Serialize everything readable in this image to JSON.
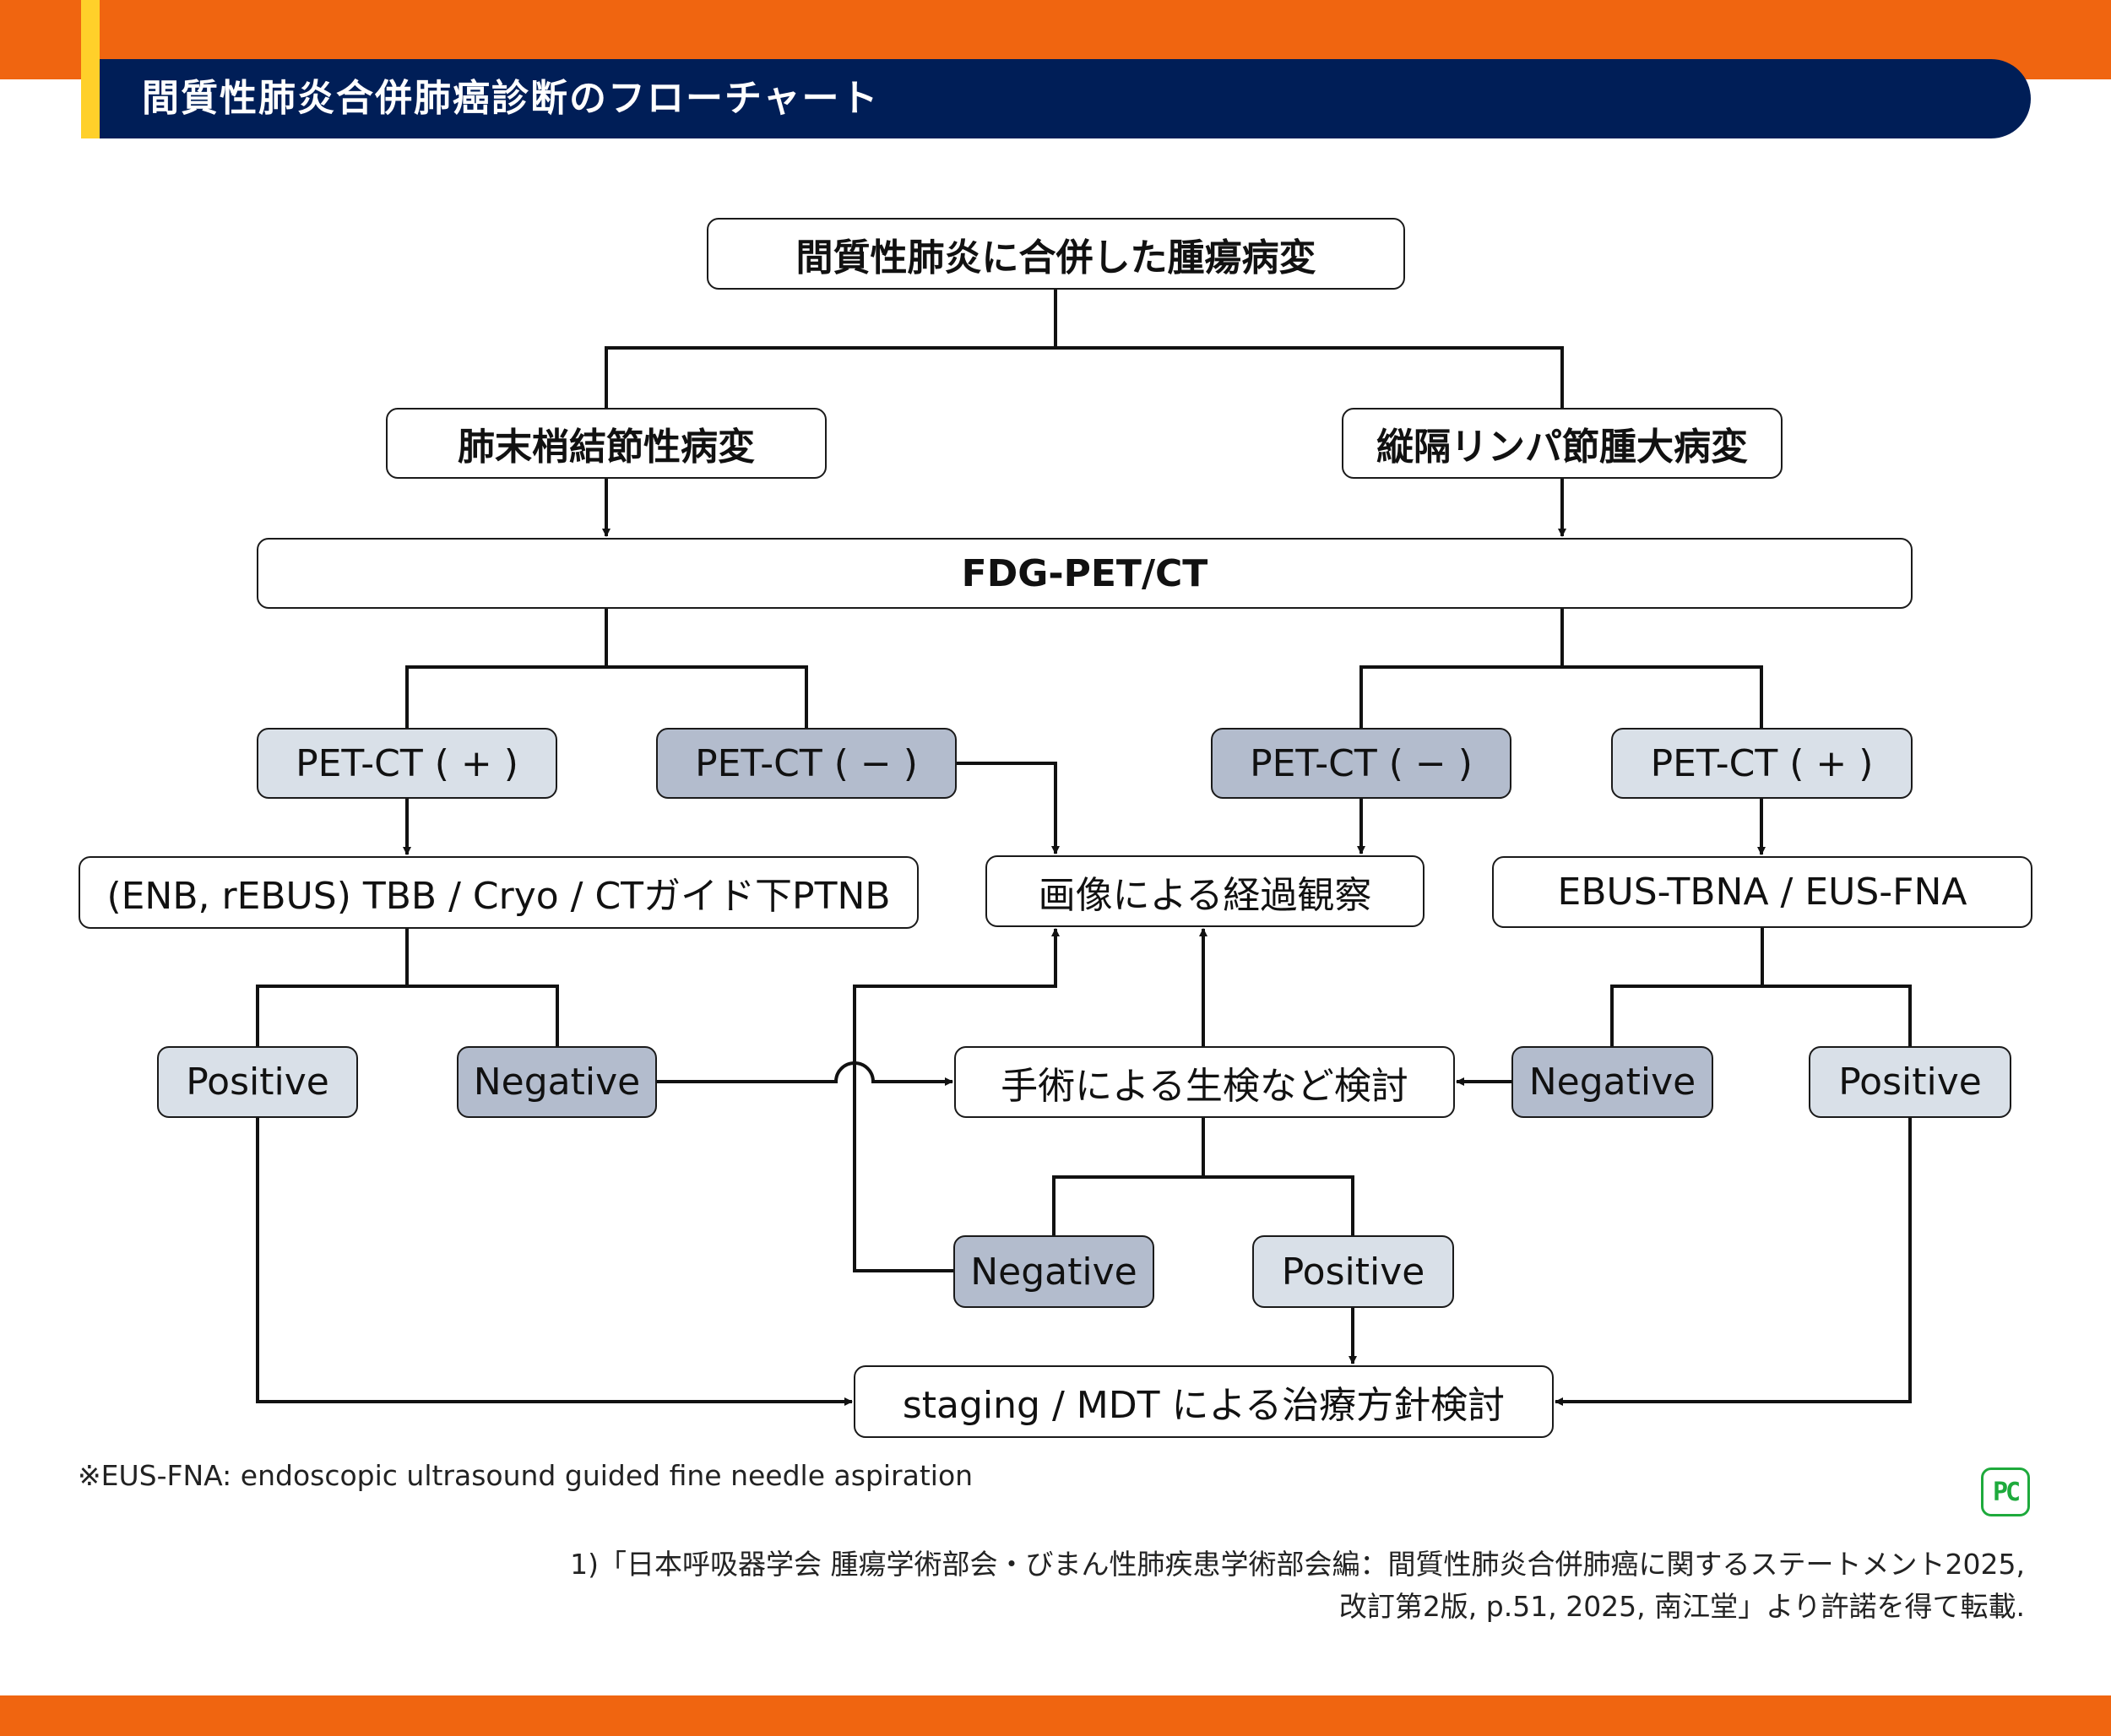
{
  "header": {
    "title": "間質性肺炎合併肺癌診断のフローチャート"
  },
  "colors": {
    "band_orange": "#f06510",
    "title_navy": "#001e57",
    "stripe_yellow": "#ffd02a",
    "positive_fill": "#d9e0e8",
    "negative_fill": "#b3bccd",
    "logo_green": "#1eaa3c"
  },
  "flow": {
    "root": "間質性肺炎に合併した腫瘍病変",
    "peripheral": "肺末梢結節性病変",
    "mediastinal": "縦隔リンパ節腫大病変",
    "fdg": "FDG-PET/CT",
    "pet_pos_left": "PET-CT ( + )",
    "pet_neg_left": "PET-CT ( − )",
    "pet_neg_right": "PET-CT ( − )",
    "pet_pos_right": "PET-CT ( + )",
    "tbb": "(ENB, rEBUS) TBB / Cryo / CTガイド下PTNB",
    "observation": "画像による経過観察",
    "ebus": "EBUS-TBNA / EUS-FNA",
    "positive_left": "Positive",
    "negative_left": "Negative",
    "surgery": "手術による生検など検討",
    "negative_right": "Negative",
    "positive_right": "Positive",
    "negative_mid": "Negative",
    "positive_mid": "Positive",
    "staging": "staging / MDT による治療方針検討"
  },
  "footnote": "※EUS-FNA: endoscopic ultrasound guided fine needle aspiration",
  "reference": {
    "line1": "1)「日本呼吸器学会 腫瘍学術部会・びまん性肺疾患学術部会編：間質性肺炎合併肺癌に関するステートメント2025,",
    "line2": "改訂第2版, p.51, 2025, 南江堂」より許諾を得て転載."
  },
  "logo": {
    "icon": "pc-logo-icon",
    "text": "PC"
  }
}
